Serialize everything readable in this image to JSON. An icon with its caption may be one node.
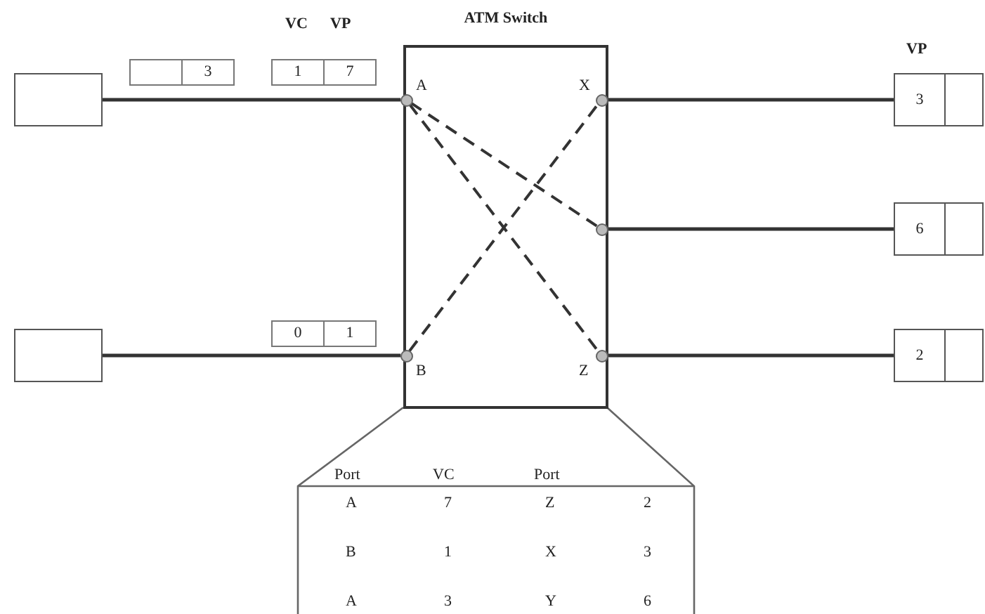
{
  "diagram": {
    "nodes": [
      {
        "text": [
          "ATM Switch"
        ]
      },
      {
        "text": [],
        "shape": "circle",
        "in": 0,
        "beside": [
          "A"
        ]
      },
      {
        "text": [],
        "shape": "circle",
        "in": 0,
        "beside": [
          "X"
        ]
      },
      {
        "text": [],
        "shape": "circle",
        "in": 0
      },
      {
        "text": [],
        "shape": "circle",
        "in": 0,
        "beside": [
          "B"
        ]
      },
      {
        "text": [],
        "shape": "circle",
        "in": 0,
        "beside": [
          "Z"
        ]
      },
      {
        "text": [],
        "shape": "box"
      },
      {
        "text": [],
        "shape": "box"
      },
      {
        "text": [
          "3"
        ]
      },
      {
        "text": [
          "6"
        ]
      },
      {
        "text": [
          "2"
        ]
      }
    ],
    "edges": [
      {
        "from": 6,
        "to": 1,
        "arrow": "none"
      },
      {
        "from": 7,
        "to": 4,
        "arrow": "none"
      },
      {
        "from": 2,
        "to": 8,
        "arrow": "none"
      },
      {
        "from": 3,
        "to": 9,
        "arrow": "none"
      },
      {
        "from": 5,
        "to": 10,
        "arrow": "none"
      },
      {
        "from": 1,
        "to": 5,
        "arrow": "none",
        "style": "dashed"
      },
      {
        "from": 1,
        "to": 3,
        "arrow": "none",
        "style": "dashed"
      },
      {
        "from": 4,
        "to": 2,
        "arrow": "none",
        "style": "dashed"
      }
    ],
    "labels": [
      "VC",
      "VP",
      "VP",
      "3",
      "1",
      "7",
      "0",
      "1",
      "Port",
      "VC",
      "Port",
      "A",
      "7",
      "Z",
      "2",
      "B",
      "1",
      "X",
      "3",
      "A",
      "3",
      "Y",
      "6"
    ]
  }
}
